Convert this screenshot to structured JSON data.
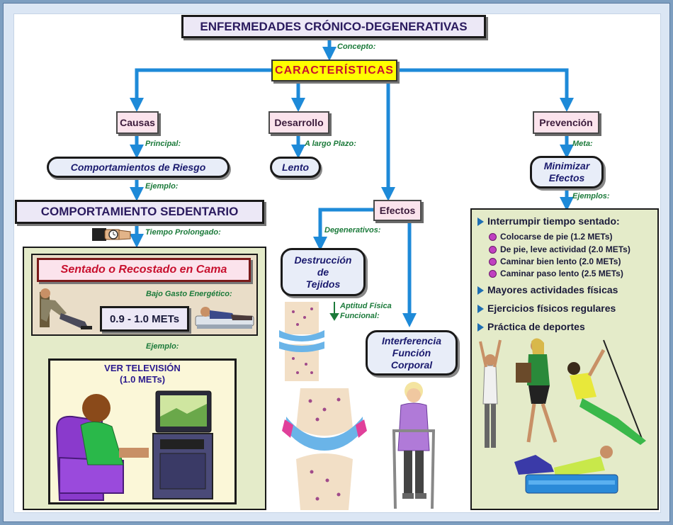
{
  "title": "ENFERMEDADES CRÓNICO-DEGENERATIVAS",
  "caracteristicas": "CARACTERÍSTICAS",
  "labels": {
    "concepto": "Concepto:",
    "principal": "Principal:",
    "a_largo_plazo": "A largo Plazo:",
    "meta": "Meta:",
    "ejemplo1": "Ejemplo:",
    "ejemplos": "Ejemplos:",
    "tiempo_prolongado": "Tiempo Prolongado:",
    "bajo_gasto": "Bajo Gasto Energético:",
    "ejemplo2": "Ejemplo:",
    "degenerativos": "Degenerativos:",
    "aptitud_1": "Aptitud Física",
    "aptitud_2": "Funcional:"
  },
  "nodes": {
    "causas": "Causas",
    "desarrollo": "Desarrollo",
    "prevencion": "Prevención",
    "efectos": "Efectos",
    "comportamientos_riesgo": "Comportamientos de Riesgo",
    "lento": "Lento",
    "minimizar_1": "Minimizar",
    "minimizar_2": "Efectos",
    "comportamiento_sedentario": "COMPORTAMIENTO SEDENTARIO",
    "sentado": "Sentado o Recostado en Cama",
    "mets": "0.9 - 1.0 METs",
    "ver_tv_1": "VER TELEVISIÓN",
    "ver_tv_2": "(1.0 METs)",
    "destruccion_1": "Destrucción",
    "destruccion_2": "de",
    "destruccion_3": "Tejidos",
    "interferencia_1": "Interferencia",
    "interferencia_2": "Función",
    "interferencia_3": "Corporal"
  },
  "prevention_list": {
    "interrumpir": "Interrumpir tiempo sentado:",
    "sub": [
      "Colocarse de pie (1.2 METs)",
      "De pie, leve actividad (2.0 METs)",
      "Caminar bien lento (2.0 METs)",
      "Caminar paso lento (2.5 METs)"
    ],
    "items": [
      "Mayores actividades físicas",
      "Ejercicios físicos regulares",
      "Práctica de deportes"
    ]
  },
  "colors": {
    "arrow": "#1e8ad8",
    "label_green": "#1b7a3a",
    "title_text": "#2a1a5e",
    "caract_text": "#c8102e",
    "caract_bg": "#ffff00",
    "node_bg": "#fbe3ec",
    "panel_bg": "#e4ebc9"
  }
}
